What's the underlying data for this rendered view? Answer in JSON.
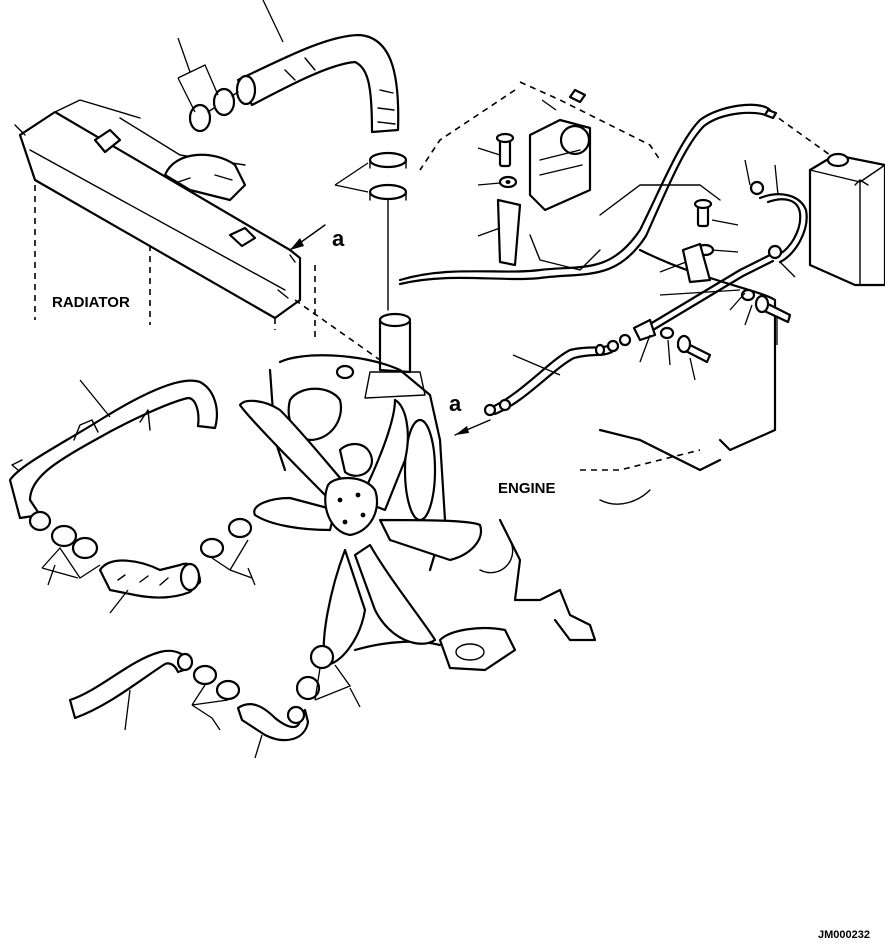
{
  "labels": {
    "radiator": "RADIATOR",
    "engine": "ENGINE",
    "view_a_upper": "a",
    "view_a_lower": "a",
    "drawing_code": "JM000232"
  }
}
